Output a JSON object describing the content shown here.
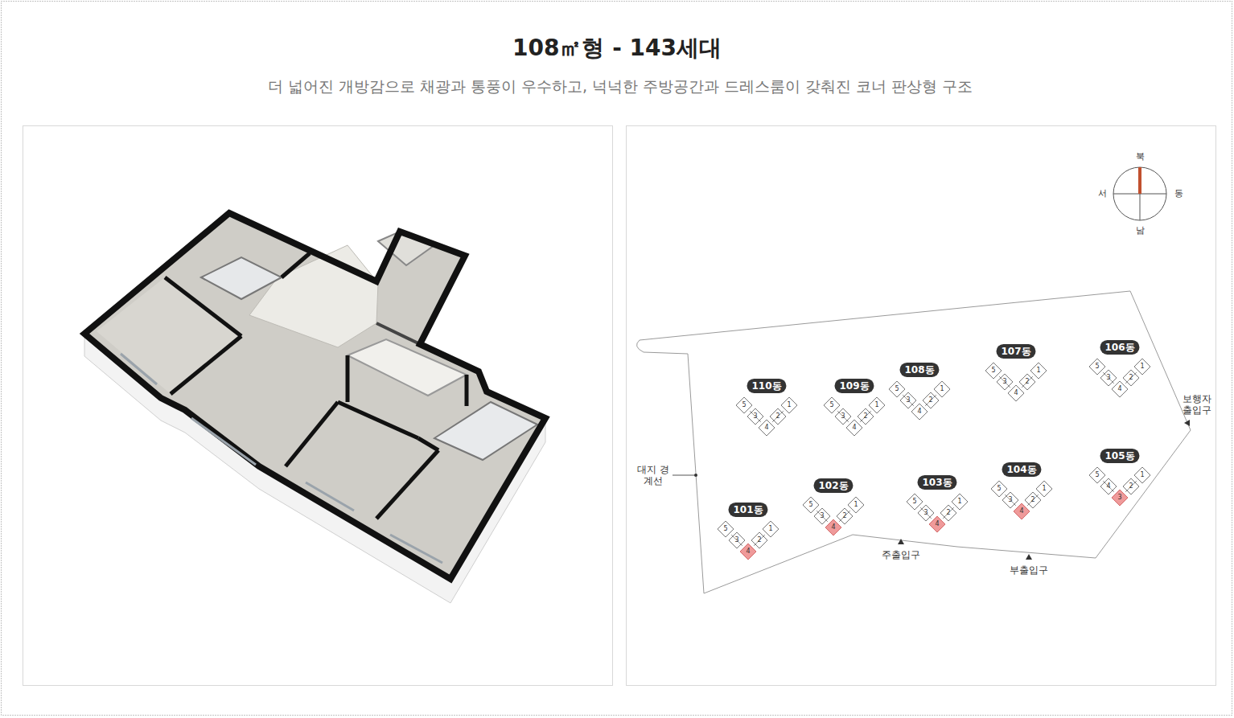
{
  "diagram": {
    "title": "108㎡형 - 143세대",
    "caption": "더 넓어진 개방감으로 채광과 통풍이 우수하고, 넉넉한 주방공간과 드레스룸이 갖춰진 코너 판상형 구조",
    "nodes": [
      {
        "text": [
          "110동"
        ]
      },
      {
        "text": [
          "109동"
        ]
      },
      {
        "text": [
          "108동"
        ]
      },
      {
        "text": [
          "107동"
        ]
      },
      {
        "text": [
          "106동"
        ]
      },
      {
        "text": [
          "101동"
        ]
      },
      {
        "text": [
          "102동"
        ]
      },
      {
        "text": [
          "103동"
        ]
      },
      {
        "text": [
          "104동"
        ]
      },
      {
        "text": [
          "105동"
        ]
      }
    ],
    "labels": [
      "북",
      "서",
      "동",
      "남",
      "5",
      "3",
      "4",
      "2",
      "1",
      "5",
      "3",
      "4",
      "2",
      "1",
      "5",
      "3",
      "4",
      "2",
      "1",
      "5",
      "3",
      "4",
      "2",
      "1",
      "5",
      "3",
      "4",
      "2",
      "1",
      "5",
      "3",
      "4",
      "2",
      "1",
      "5",
      "3",
      "4",
      "2",
      "1",
      "5",
      "3",
      "4",
      "2",
      "1",
      "5",
      "3",
      "4",
      "2",
      "1",
      "5",
      "4",
      "3",
      "2",
      "1",
      "보행자 출입구",
      "대지 경계선",
      "주출입구",
      "부출입구"
    ]
  }
}
